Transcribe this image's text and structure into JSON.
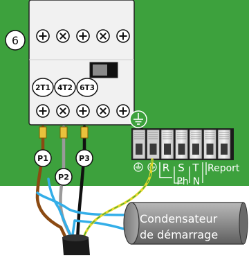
{
  "step_number": "6",
  "contactor": {
    "terminal_labels": [
      "2T1",
      "4T2",
      "6T3"
    ],
    "top_screw_count": 5,
    "bottom_screw_count": 5
  },
  "wires": {
    "phase_labels": [
      "P1",
      "P2",
      "P3"
    ]
  },
  "terminal_block": {
    "ground_symbols": [
      "⏚",
      "⏚"
    ],
    "labels": [
      "R",
      "S",
      "T",
      "Report"
    ],
    "sub_labels": [
      "Ph",
      "N"
    ]
  },
  "capacitor": {
    "line1": "Condensateur",
    "line2": "de démarrage"
  },
  "colors": {
    "background_panel": "#3da13d",
    "wire_brown": "#8b4a12",
    "wire_gray": "#9a9a9a",
    "wire_black": "#111111",
    "wire_blue": "#33aee8",
    "wire_yellow_green": "#e6d92a",
    "capacitor_body": "#8a8a8a"
  }
}
